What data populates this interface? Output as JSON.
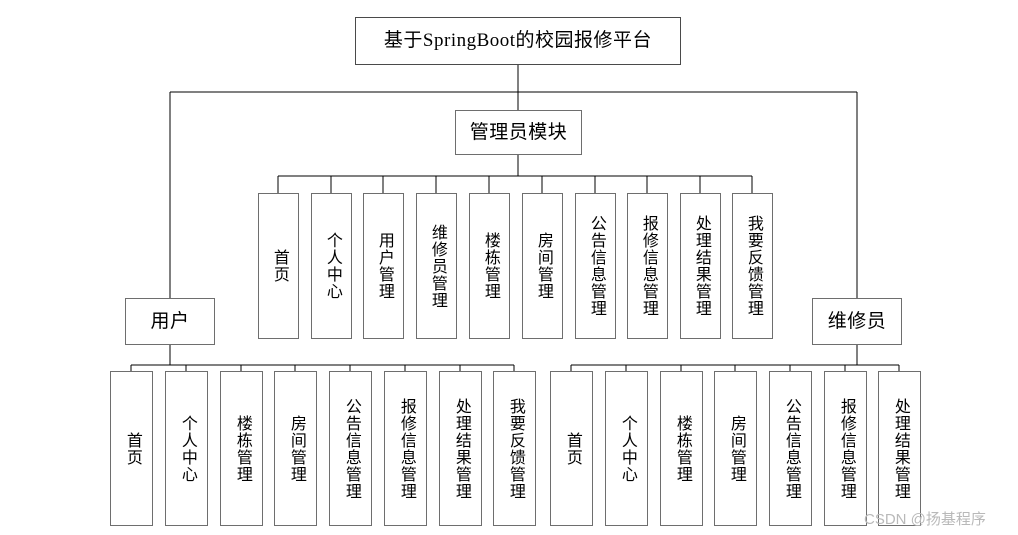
{
  "diagram": {
    "title_node": {
      "label": "基于SpringBoot的校园报修平台"
    },
    "admin_node": {
      "label": "管理员模块"
    },
    "user_node": {
      "label": "用户"
    },
    "repairman_node": {
      "label": "维修员"
    },
    "admin_children": [
      {
        "label": "首页"
      },
      {
        "label": "个人中心"
      },
      {
        "label": "用户管理"
      },
      {
        "label": "维修员管理"
      },
      {
        "label": "楼栋管理"
      },
      {
        "label": "房间管理"
      },
      {
        "label": "公告信息管理"
      },
      {
        "label": "报修信息管理"
      },
      {
        "label": "处理结果管理"
      },
      {
        "label": "我要反馈管理"
      }
    ],
    "user_children": [
      {
        "label": "首页"
      },
      {
        "label": "个人中心"
      },
      {
        "label": "楼栋管理"
      },
      {
        "label": "房间管理"
      },
      {
        "label": "公告信息管理"
      },
      {
        "label": "报修信息管理"
      },
      {
        "label": "处理结果管理"
      },
      {
        "label": "我要反馈管理"
      }
    ],
    "repairman_children": [
      {
        "label": "首页"
      },
      {
        "label": "个人中心"
      },
      {
        "label": "楼栋管理"
      },
      {
        "label": "房间管理"
      },
      {
        "label": "公告信息管理"
      },
      {
        "label": "报修信息管理"
      },
      {
        "label": "处理结果管理"
      }
    ],
    "watermark": {
      "text": "CSDN @扬基程序"
    },
    "colors": {
      "box_border": "#6e6e6e",
      "edge": "#000000",
      "background": "#ffffff",
      "watermark": "#b9b9b9"
    }
  }
}
